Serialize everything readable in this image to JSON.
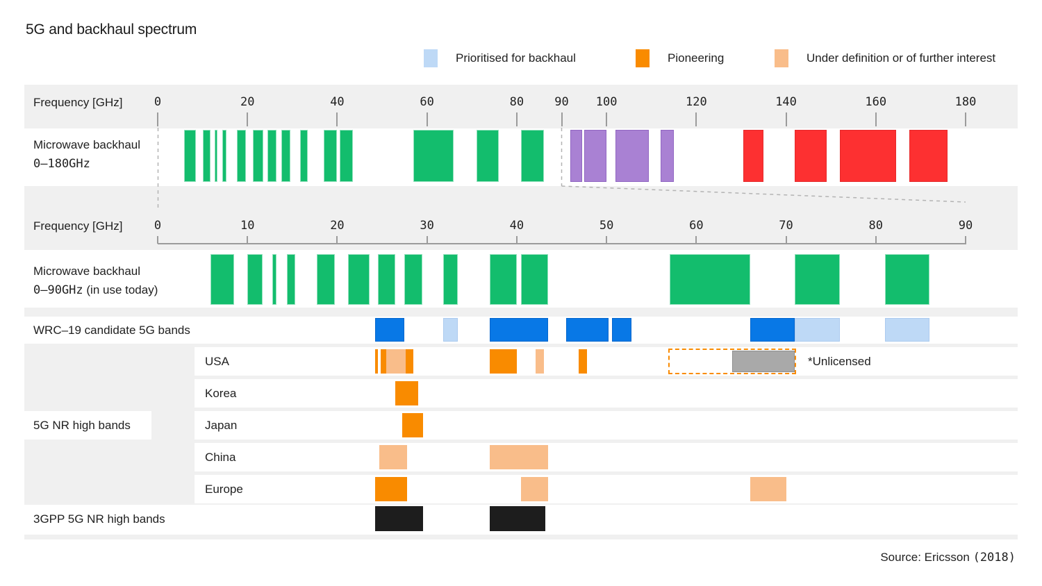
{
  "title": "5G and backhaul spectrum",
  "legend": [
    {
      "id": "lightblue",
      "label": "Prioritised for backhaul"
    },
    {
      "id": "orange",
      "label": "Pioneering"
    },
    {
      "id": "peach",
      "label": "Under definition or of further interest"
    }
  ],
  "colors": {
    "green": {
      "fill": "#13bd6d",
      "border": "rgba(255,255,255,0.55)"
    },
    "purple": {
      "fill": "#a981d3",
      "border": "#9166c2"
    },
    "red": {
      "fill": "#fd3031",
      "border": "#e62a2b"
    },
    "blue": {
      "fill": "#0878e6",
      "border": "#0566cd"
    },
    "lightblue": {
      "fill": "#bed9f6",
      "border": "#accbef"
    },
    "orange": {
      "fill": "#f98b00",
      "border": ""
    },
    "peach": {
      "fill": "#f9bd8a",
      "border": ""
    },
    "gray": {
      "fill": "#a9a9a9",
      "border": "#8f8f8f"
    },
    "black": {
      "fill": "#1d1d1d",
      "border": ""
    }
  },
  "section_label": "5G NR high bands",
  "unlicensed_note": "*Unlicensed",
  "source": {
    "prefix": "Source: Ericsson ",
    "year": "(2018)"
  },
  "chart_data": {
    "type": "spectrum-bands",
    "unit": "GHz",
    "axes": {
      "top": {
        "label": "Frequency [GHz]",
        "min": 0,
        "max": 180,
        "ticks": [
          0,
          20,
          40,
          60,
          80,
          90,
          100,
          120,
          140,
          160,
          180
        ]
      },
      "bottom": {
        "label": "Frequency [GHz]",
        "min": 0,
        "max": 90,
        "ticks": [
          0,
          10,
          20,
          30,
          40,
          50,
          60,
          70,
          80,
          90
        ]
      }
    },
    "legend_meaning": {
      "lightblue": "Prioritised for backhaul",
      "orange": "Pioneering",
      "peach": "Under definition or of further interest"
    },
    "rows": [
      {
        "id": "mw180",
        "scale": "top",
        "label_line1": "Microwave backhaul",
        "label_line2_mono": "0–180GHz",
        "label_line2_sans": "",
        "bands": [
          [
            5.9,
            8.5,
            "green"
          ],
          [
            10,
            11.7,
            "green"
          ],
          [
            12.75,
            13.25,
            "green"
          ],
          [
            14.4,
            15.35,
            "green"
          ],
          [
            17.7,
            19.7,
            "green"
          ],
          [
            21.2,
            23.6,
            "green"
          ],
          [
            24.5,
            26.5,
            "green"
          ],
          [
            27.5,
            29.5,
            "green"
          ],
          [
            31.8,
            33.4,
            "green"
          ],
          [
            37,
            40,
            "green"
          ],
          [
            40.5,
            43.5,
            "green"
          ],
          [
            57,
            66,
            "green"
          ],
          [
            71,
            76,
            "green"
          ],
          [
            81,
            86,
            "green"
          ],
          [
            92,
            94.5,
            "purple"
          ],
          [
            95,
            100,
            "purple"
          ],
          [
            102,
            109.5,
            "purple"
          ],
          [
            112,
            115,
            "purple"
          ],
          [
            130.5,
            135,
            "red"
          ],
          [
            142,
            149,
            "red"
          ],
          [
            152,
            164.5,
            "red"
          ],
          [
            167.5,
            176,
            "red"
          ]
        ]
      },
      {
        "id": "mw90",
        "scale": "bottom",
        "label_line1": "Microwave backhaul",
        "label_line2_mono": "0–90GHz",
        "label_line2_sans": " (in use today)",
        "bands": [
          [
            5.9,
            8.5,
            "green"
          ],
          [
            10,
            11.7,
            "green"
          ],
          [
            12.75,
            13.25,
            "green"
          ],
          [
            14.4,
            15.35,
            "green"
          ],
          [
            17.7,
            19.7,
            "green"
          ],
          [
            21.2,
            23.6,
            "green"
          ],
          [
            24.5,
            26.5,
            "green"
          ],
          [
            27.5,
            29.5,
            "green"
          ],
          [
            31.8,
            33.4,
            "green"
          ],
          [
            37,
            40,
            "green"
          ],
          [
            40.5,
            43.5,
            "green"
          ],
          [
            57,
            66,
            "green"
          ],
          [
            71,
            76,
            "green"
          ],
          [
            81,
            86,
            "green"
          ]
        ]
      },
      {
        "id": "wrc",
        "scale": "bottom",
        "label_line1": "WRC–19 candidate 5G bands",
        "bands": [
          [
            24.25,
            27.5,
            "blue"
          ],
          [
            31.8,
            33.4,
            "lightblue"
          ],
          [
            37,
            43.5,
            "blue"
          ],
          [
            45.5,
            50.2,
            "blue"
          ],
          [
            50.6,
            52.75,
            "blue"
          ],
          [
            66,
            71,
            "blue"
          ],
          [
            71,
            76,
            "lightblue"
          ],
          [
            81,
            86,
            "lightblue"
          ]
        ]
      },
      {
        "id": "usa",
        "scale": "bottom",
        "label": "USA",
        "outline_band": [
          57,
          71
        ],
        "bands": [
          [
            24.25,
            24.55,
            "orange"
          ],
          [
            24.85,
            25.45,
            "orange"
          ],
          [
            25.45,
            27.6,
            "peach"
          ],
          [
            27.6,
            28.5,
            "orange"
          ],
          [
            37,
            40,
            "orange"
          ],
          [
            42.1,
            43,
            "peach"
          ],
          [
            46.9,
            47.8,
            "orange"
          ],
          [
            64,
            71,
            "gray",
            "inset"
          ]
        ]
      },
      {
        "id": "korea",
        "scale": "bottom",
        "label": "Korea",
        "bands": [
          [
            26.5,
            29,
            "orange"
          ]
        ]
      },
      {
        "id": "japan",
        "scale": "bottom",
        "label": "Japan",
        "bands": [
          [
            27.25,
            29.6,
            "orange"
          ]
        ]
      },
      {
        "id": "china",
        "scale": "bottom",
        "label": "China",
        "bands": [
          [
            24.7,
            27.8,
            "peach"
          ],
          [
            37,
            43.5,
            "peach"
          ]
        ]
      },
      {
        "id": "europe",
        "scale": "bottom",
        "label": "Europe",
        "bands": [
          [
            24.25,
            27.75,
            "orange"
          ],
          [
            40.5,
            43.5,
            "peach"
          ],
          [
            66,
            70,
            "peach"
          ]
        ]
      },
      {
        "id": "g3pp",
        "scale": "bottom",
        "label_line1": "3GPP 5G NR high bands",
        "bands": [
          [
            24.25,
            29.6,
            "black"
          ],
          [
            37,
            43.2,
            "black"
          ]
        ]
      }
    ]
  }
}
